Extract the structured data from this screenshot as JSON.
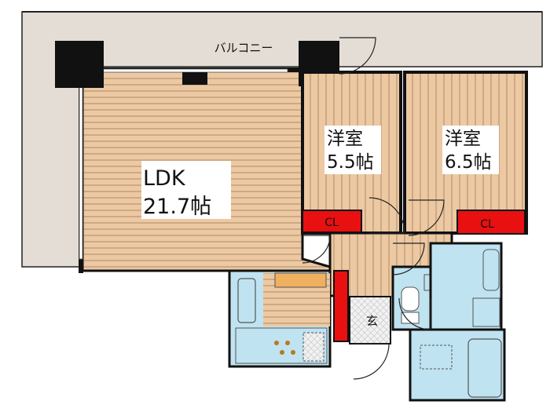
{
  "balcony": {
    "label": "バルコニー"
  },
  "rooms": {
    "ldk": {
      "name": "LDK",
      "size": "21.7帖"
    },
    "western1": {
      "name": "洋室",
      "size": "5.5帖"
    },
    "western2": {
      "name": "洋室",
      "size": "6.5帖"
    },
    "entrance": {
      "name": "玄"
    }
  },
  "closets": {
    "cl1": "CL",
    "cl2": "CL"
  },
  "colors": {
    "wood": "#e8c8a0",
    "wood_stripe": "#b08860",
    "balcony": "#e4ddd6",
    "wet_area": "#bfe3f0",
    "closet_red": "#e81010",
    "wall": "#111111",
    "counter": "#f0b060"
  }
}
